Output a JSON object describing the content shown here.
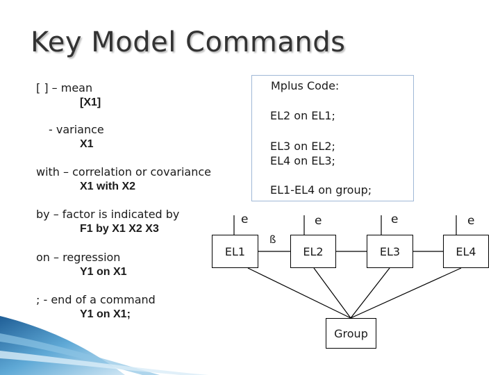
{
  "title": "Key Model Commands",
  "commands": {
    "mean": {
      "desc": "[ ] – mean",
      "example": "[X1]"
    },
    "variance": {
      "desc": "- variance",
      "example": "X1"
    },
    "with": {
      "desc": "with – correlation or covariance",
      "example": "X1 with X2"
    },
    "by": {
      "desc": "by – factor is indicated by",
      "example": "F1 by X1 X2 X3"
    },
    "on": {
      "desc": "on – regression",
      "example": "Y1 on X1"
    },
    "semicolon": {
      "desc": "; - end of a command",
      "example": "Y1 on X1;"
    }
  },
  "mplus_code": {
    "heading": "Mplus Code:",
    "line1": "EL2 on EL1;",
    "line2": "EL3 on EL2;",
    "line3": "EL4 on EL3;",
    "line4": "EL1-EL4 on group;"
  },
  "diagram": {
    "nodes": [
      "EL1",
      "EL2",
      "EL3",
      "EL4",
      "Group"
    ],
    "errors": [
      "e",
      "e",
      "e",
      "e"
    ],
    "beta": "ß"
  },
  "colors": {
    "title": "#333333",
    "box_border": "#9fb8d6",
    "accent": "#1f5e96"
  }
}
